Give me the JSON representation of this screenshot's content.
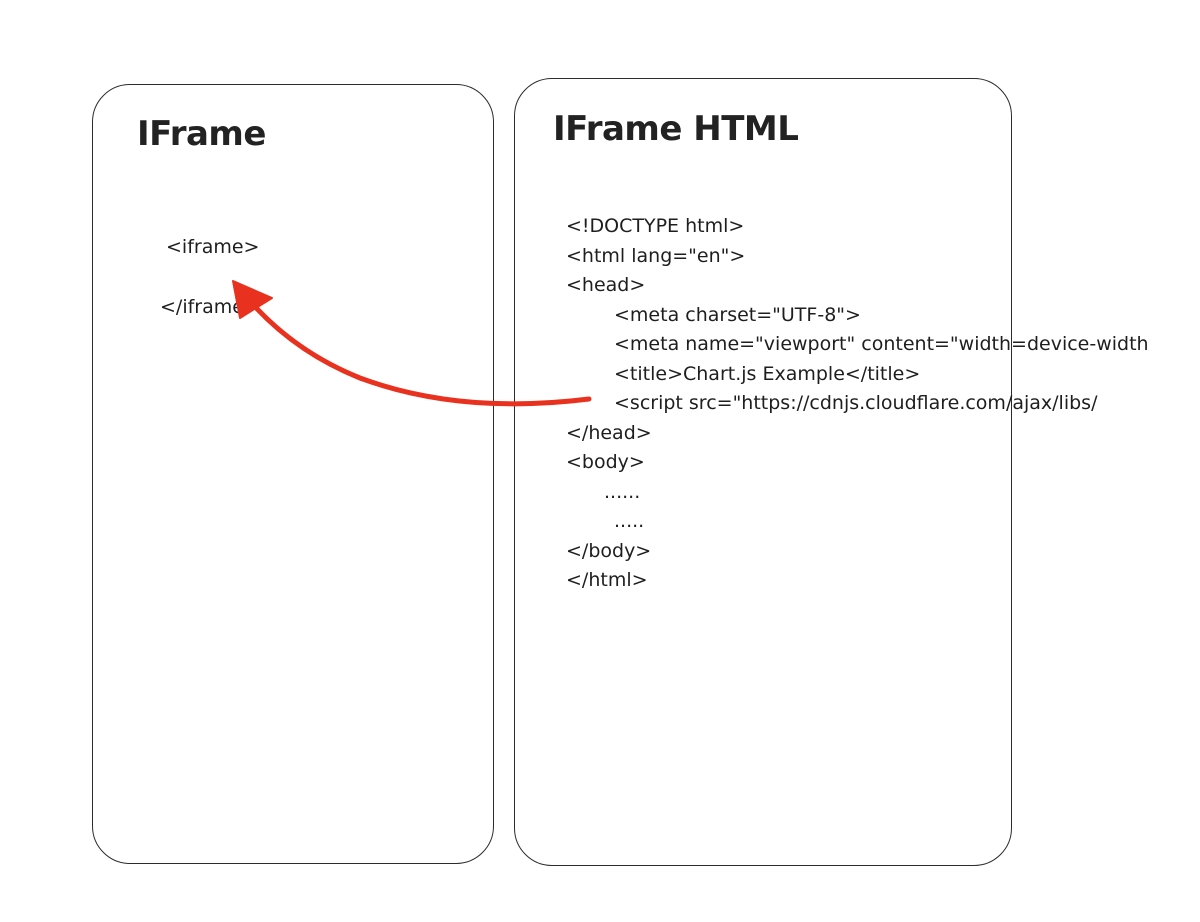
{
  "left_panel": {
    "title": "IFrame",
    "open_tag": "<iframe>",
    "close_tag": "</iframe>"
  },
  "right_panel": {
    "title": "IFrame HTML",
    "code_lines": [
      {
        "indent": 0,
        "text": "<!DOCTYPE html>"
      },
      {
        "indent": 0,
        "text": "<html lang=\"en\">"
      },
      {
        "indent": 0,
        "text": "<head>"
      },
      {
        "indent": 2,
        "text": "<meta charset=\"UTF-8\">"
      },
      {
        "indent": 2,
        "text": "<meta name=\"viewport\" content=\"width=device-width"
      },
      {
        "indent": 2,
        "text": "<title>Chart.js Example</title>"
      },
      {
        "indent": 2,
        "text": "<script src=\"https://cdnjs.cloudflare.com/ajax/libs/"
      },
      {
        "indent": 0,
        "text": "</head>"
      },
      {
        "indent": 0,
        "text": "<body>"
      },
      {
        "indent": 1,
        "text": "......"
      },
      {
        "indent": 2,
        "text": "....."
      },
      {
        "indent": 0,
        "text": "</body>"
      },
      {
        "indent": 0,
        "text": "</html>"
      }
    ]
  },
  "colors": {
    "stroke": "#2b2b2b",
    "text": "#1e1e1e",
    "arrow": "#e8321f"
  }
}
